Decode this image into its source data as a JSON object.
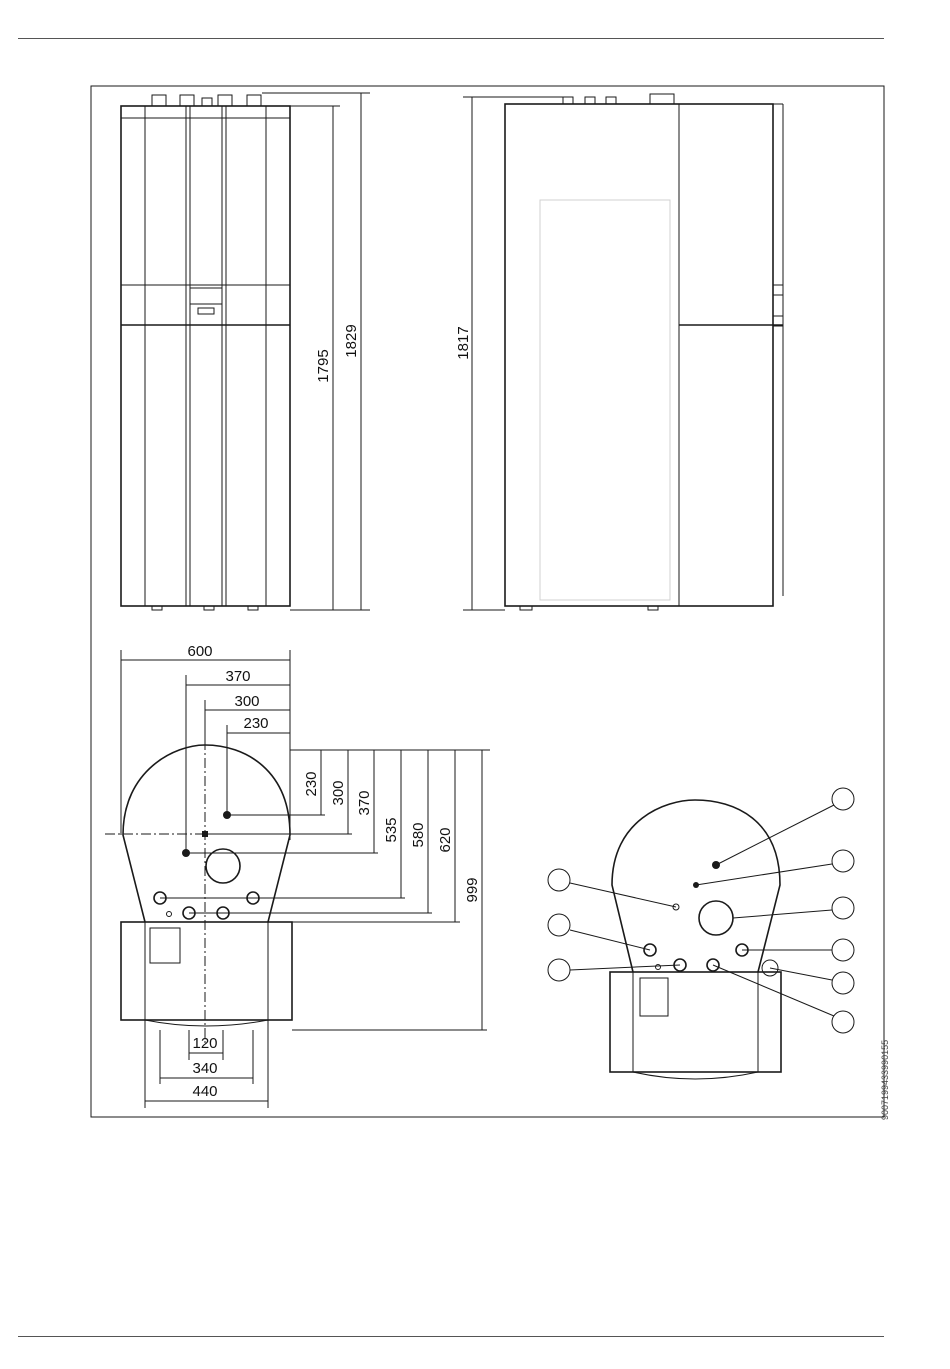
{
  "drawing": {
    "front_height_inner": "1795",
    "front_height_outer": "1829",
    "side_height": "1817",
    "width_total": "600",
    "width_370": "370",
    "width_300": "300",
    "width_230": "230",
    "depth_230": "230",
    "depth_300": "300",
    "depth_370": "370",
    "depth_535": "535",
    "depth_580": "580",
    "depth_620": "620",
    "depth_999": "999",
    "base_120": "120",
    "base_340": "340",
    "base_440": "440"
  },
  "document_id": "9007199433990155"
}
